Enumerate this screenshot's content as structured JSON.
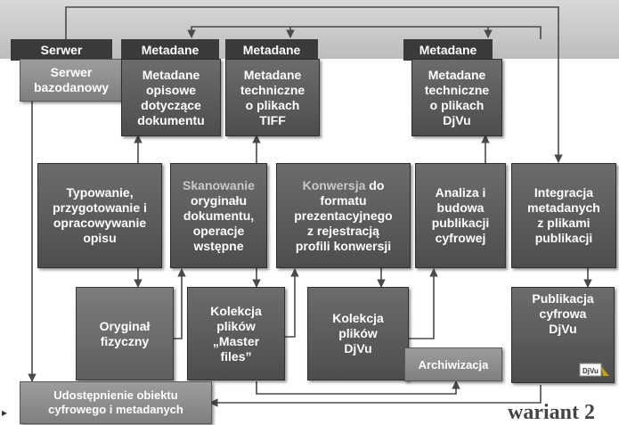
{
  "header_tabs": [
    "Serwer",
    "Metadane",
    "Metadane",
    "Metadane"
  ],
  "boxes": {
    "serwer": "Serwer\nbazodanowy",
    "meta_opisowe": "Metadane\nopisowe\ndotyczące\ndokumentu",
    "meta_tiff": "Metadane\ntechniczne\no plikach\nTIFF",
    "meta_djvu": "Metadane\ntechniczne\no plikach\nDjVu",
    "typowanie": "Typowanie,\nprzygotowanie i\nopracowywanie\nopisu",
    "skanowanie_highlight": "Skanowanie",
    "skanowanie_rest": "\noryginału\ndokumentu,\noperacje\nwstępne",
    "konwersja_highlight": "Konwersja",
    "konwersja_rest": " do\nformatu\nprezentacyjnego\nz rejestracją\nprofili konwersji",
    "analiza": "Analiza i\nbudowa\npublikacji\ncyfrowej",
    "integracja": "Integracja\nmetadanych\nz plikami\npublikacji",
    "oryginal": "Oryginał\nfizyczny",
    "master": "Kolekcja\nplików\n„Master\nfiles”",
    "kolekcja_djvu": "Kolekcja\nplików\nDjVu",
    "archiwizacja": "Archiwizacja",
    "publikacja": "Publikacja\ncyfrowa\nDjVu",
    "udostepnienie": "Udostępnienie obiektu\ncyfrowego i metadanych"
  },
  "icon_label": "DjVu",
  "footer": {
    "variant": "wariant 2"
  },
  "colors": {
    "box_dark": "#555555",
    "box_light": "#8a8a8a",
    "wire": "#4a4a4a",
    "band": "#cccccc"
  }
}
